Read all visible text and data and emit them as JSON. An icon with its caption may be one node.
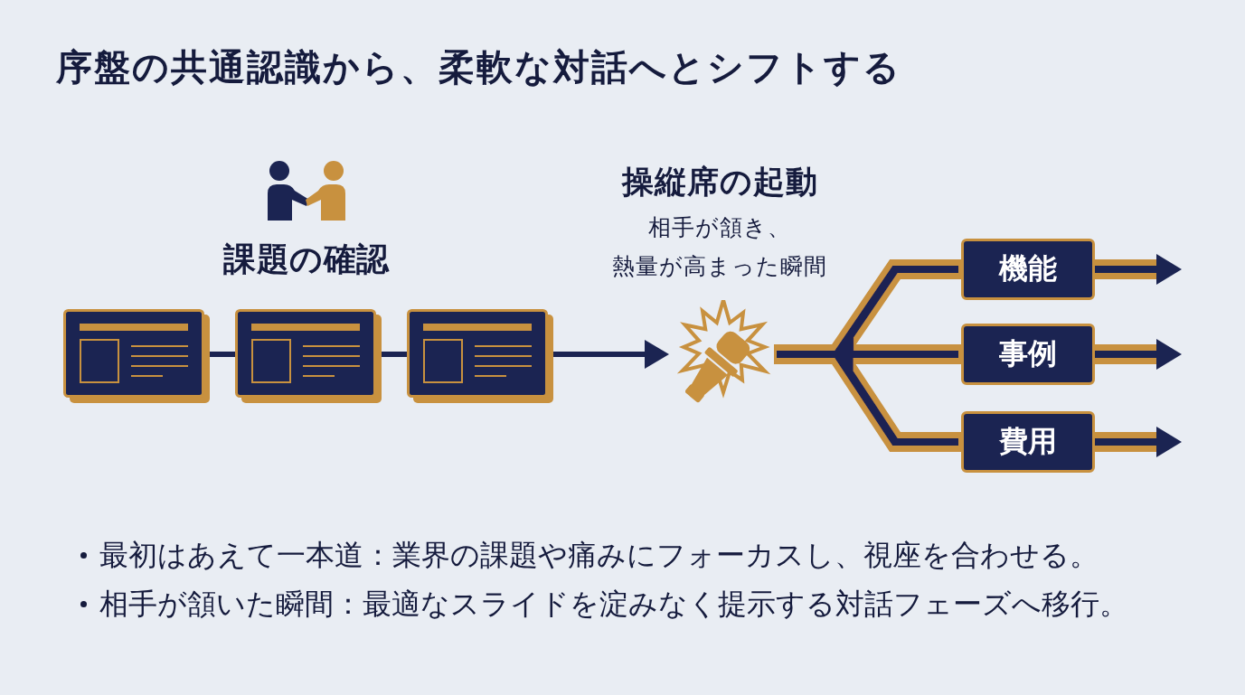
{
  "diagram": {
    "title": "序盤の共通認識から、柔軟な対話へとシフトする",
    "nodes": [
      {
        "text": [],
        "shape": "picture"
      },
      {
        "text": [],
        "shape": "picture"
      },
      {
        "text": [],
        "shape": "picture"
      },
      {
        "text": [],
        "shape": "picture",
        "beside": [
          "操縦席の起動",
          "相手が頷き、熱量が高まった瞬間"
        ]
      },
      {
        "text": [
          "機能"
        ]
      },
      {
        "text": [
          "事例"
        ]
      },
      {
        "text": [
          "費用"
        ]
      }
    ],
    "edges": [
      {
        "from": 0,
        "to": 1,
        "arrow": "none",
        "color": "#1b2452"
      },
      {
        "from": 1,
        "to": 2,
        "arrow": "none",
        "color": "#1b2452"
      },
      {
        "from": 2,
        "to": 3,
        "arrow": "to",
        "color": "#1b2452"
      },
      {
        "from": 3,
        "to": 4,
        "arrow": "none"
      },
      {
        "from": 3,
        "to": 5,
        "arrow": "none"
      },
      {
        "from": 3,
        "to": 6,
        "arrow": "none"
      },
      {
        "from": 4,
        "to": null,
        "arrow": "to"
      },
      {
        "from": 5,
        "to": null,
        "arrow": "to"
      },
      {
        "from": 6,
        "to": null,
        "arrow": "to"
      }
    ],
    "labels": [
      "課題の確認",
      "最初はあえて一本道：業界の課題や痛みにフォーカスし、視座を合わせる。",
      "相手が頷いた瞬間：最適なスライドを淀みなく提示する対話フェーズへ移行。"
    ]
  }
}
